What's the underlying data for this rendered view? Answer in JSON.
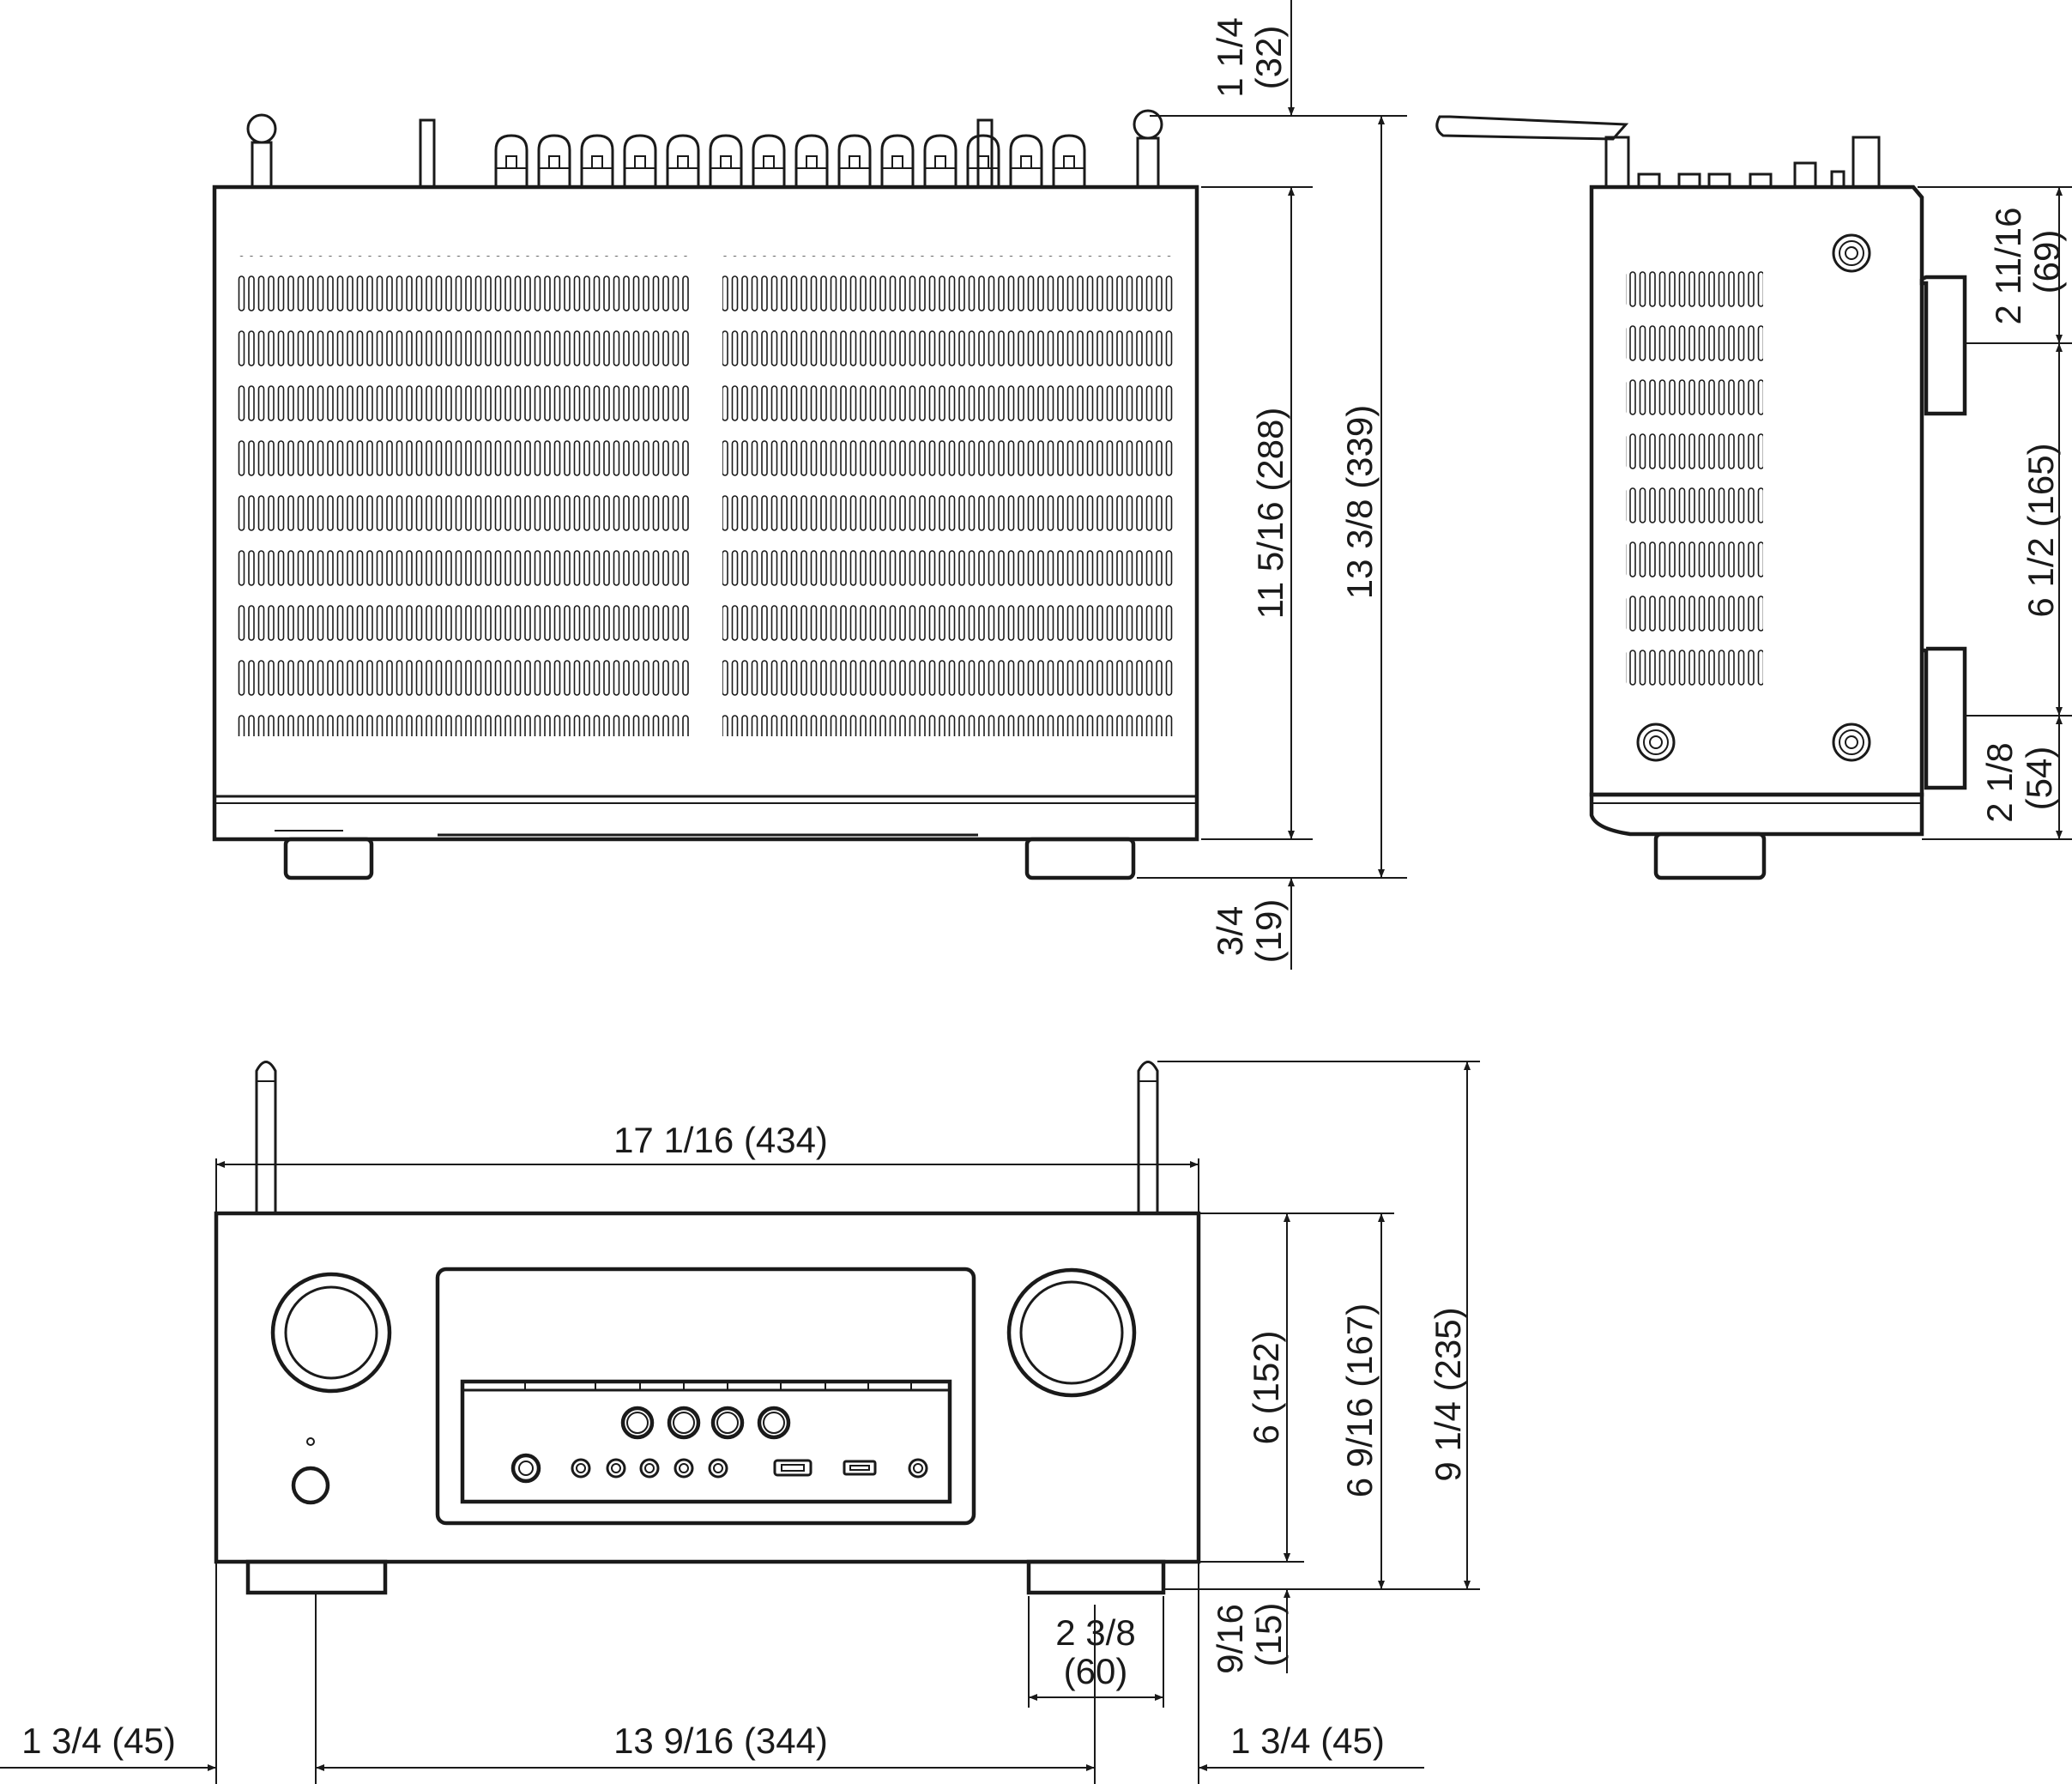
{
  "dimensions": {
    "top_view": {
      "connector_height": "1 1/4",
      "connector_height_mm": "(32)",
      "body_depth": "11 5/16 (288)",
      "total_depth": "13 3/8 (339)",
      "foot_depth": "3/4",
      "foot_depth_mm": "(19)"
    },
    "side_view": {
      "top_segment": "2 11/16",
      "top_segment_mm": "(69)",
      "middle_segment": "6 1/2 (165)",
      "bottom_segment": "2 1/8",
      "bottom_segment_mm": "(54)"
    },
    "front_view": {
      "width": "17 1/16 (434)",
      "body_height": "6 (152)",
      "height_with_feet": "6 9/16 (167)",
      "height_with_antenna": "9 1/4 (235)",
      "foot_height": "9/16",
      "foot_height_mm": "(15)",
      "foot_width": "2 3/8",
      "foot_width_mm": "(60)",
      "left_offset": "1 3/4 (45)",
      "foot_spacing": "13 9/16 (344)",
      "right_offset": "1 3/4 (45)"
    }
  },
  "colors": {
    "line": "#1a1a1a",
    "background": "#ffffff"
  }
}
